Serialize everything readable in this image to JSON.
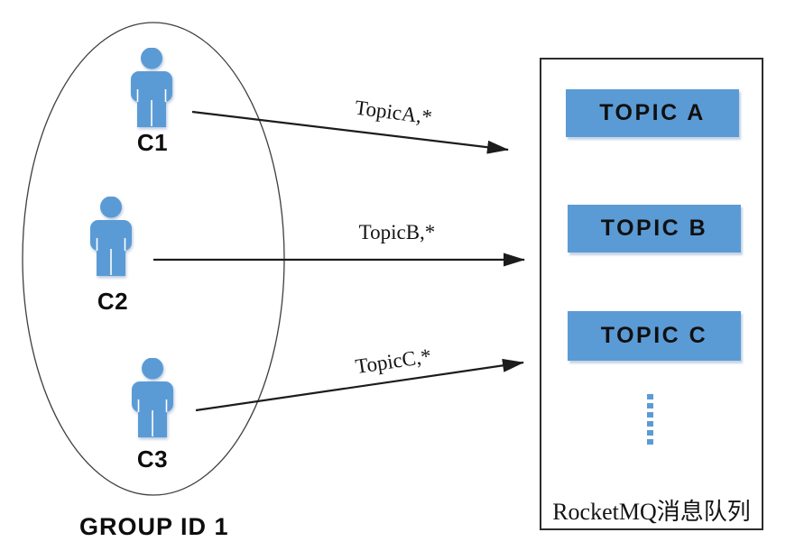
{
  "group": {
    "label": "GROUP ID 1",
    "consumers": [
      {
        "label": "C1"
      },
      {
        "label": "C2"
      },
      {
        "label": "C3"
      }
    ]
  },
  "arrows": [
    {
      "label": "TopicA,*",
      "from": "C1",
      "to": "TOPIC A"
    },
    {
      "label": "TopicB,*",
      "from": "C2",
      "to": "TOPIC B"
    },
    {
      "label": "TopicC,*",
      "from": "C3",
      "to": "TOPIC C"
    }
  ],
  "queue": {
    "topics": [
      {
        "label": "TOPIC A"
      },
      {
        "label": "TOPIC B"
      },
      {
        "label": "TOPIC C"
      }
    ],
    "caption": "RocketMQ消息队列"
  },
  "icons": {
    "consumer": "person-icon",
    "more_topics": "vertical-dotted-ellipsis-icon"
  },
  "colors": {
    "blue": "#5b9bd5",
    "line": "#1c1c1c"
  }
}
